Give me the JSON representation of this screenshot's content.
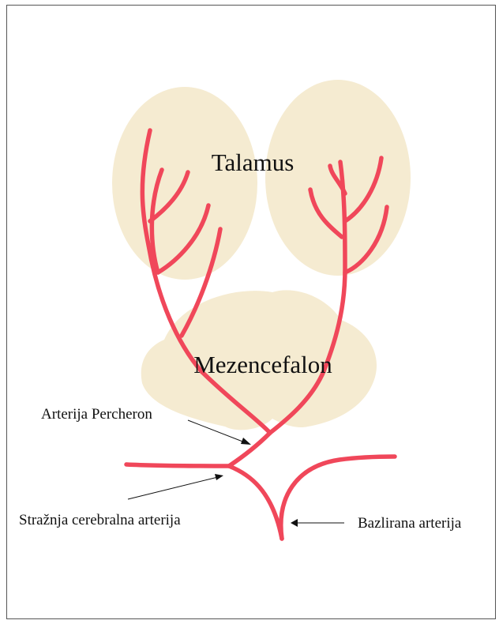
{
  "labels": {
    "thalamus": "Talamus",
    "midbrain": "Mezencefalon",
    "percheron": "Arterija Percheron",
    "posterior_cerebral": "Stražnja cerebralna arterija",
    "basilar": "Bazlirana arterija"
  },
  "colors": {
    "tissue": "#f5ebd1",
    "artery": "#f0475a",
    "text": "#111111"
  }
}
